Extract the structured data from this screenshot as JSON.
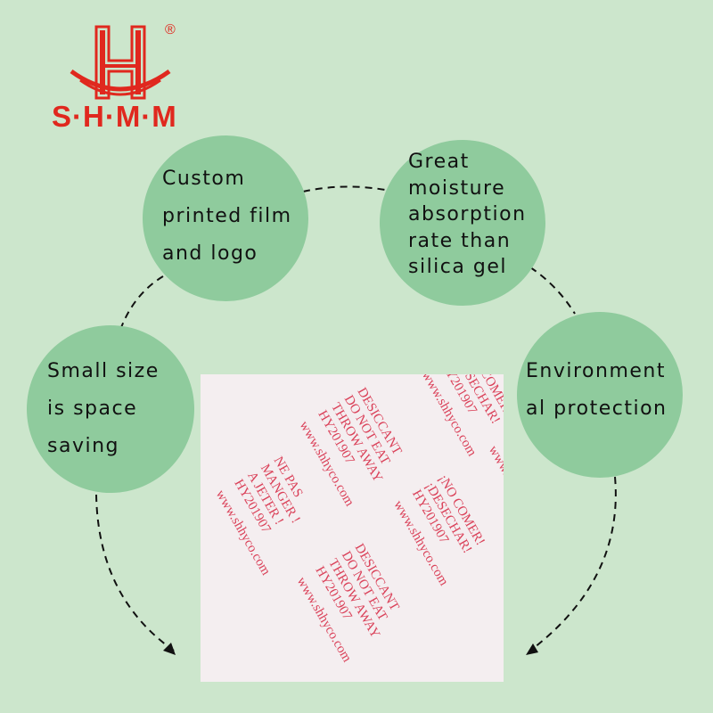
{
  "brand": {
    "name": "S·H·M·M",
    "registered_mark": "®",
    "color": "#e0281e"
  },
  "features": [
    {
      "lines": [
        "Custom",
        "printed film",
        "and logo"
      ]
    },
    {
      "lines": [
        "Great",
        "moisture",
        "absorption",
        "rate than",
        "silica gel"
      ]
    },
    {
      "lines": [
        "Environment",
        "al protection"
      ]
    },
    {
      "lines": [
        "Small size",
        "is space",
        "saving"
      ]
    }
  ],
  "sample_print": {
    "lines_a": [
      "¡NO COMER!",
      "¡DESECHAR!",
      "HY201907",
      "www.shhyco.com"
    ],
    "lines_b": [
      "NE PAS",
      "MANGER !",
      "A JETER !",
      "HY201907",
      "www.shhyco.com"
    ],
    "lines_c": [
      "DESICCANT",
      "DO NOT EAT",
      "THROW AWAY",
      "HY201907",
      "www.shhyco.com"
    ],
    "ink_color": "#d8304a"
  },
  "colors": {
    "background": "#cce6cc",
    "bubble": "#8fcb9d"
  }
}
